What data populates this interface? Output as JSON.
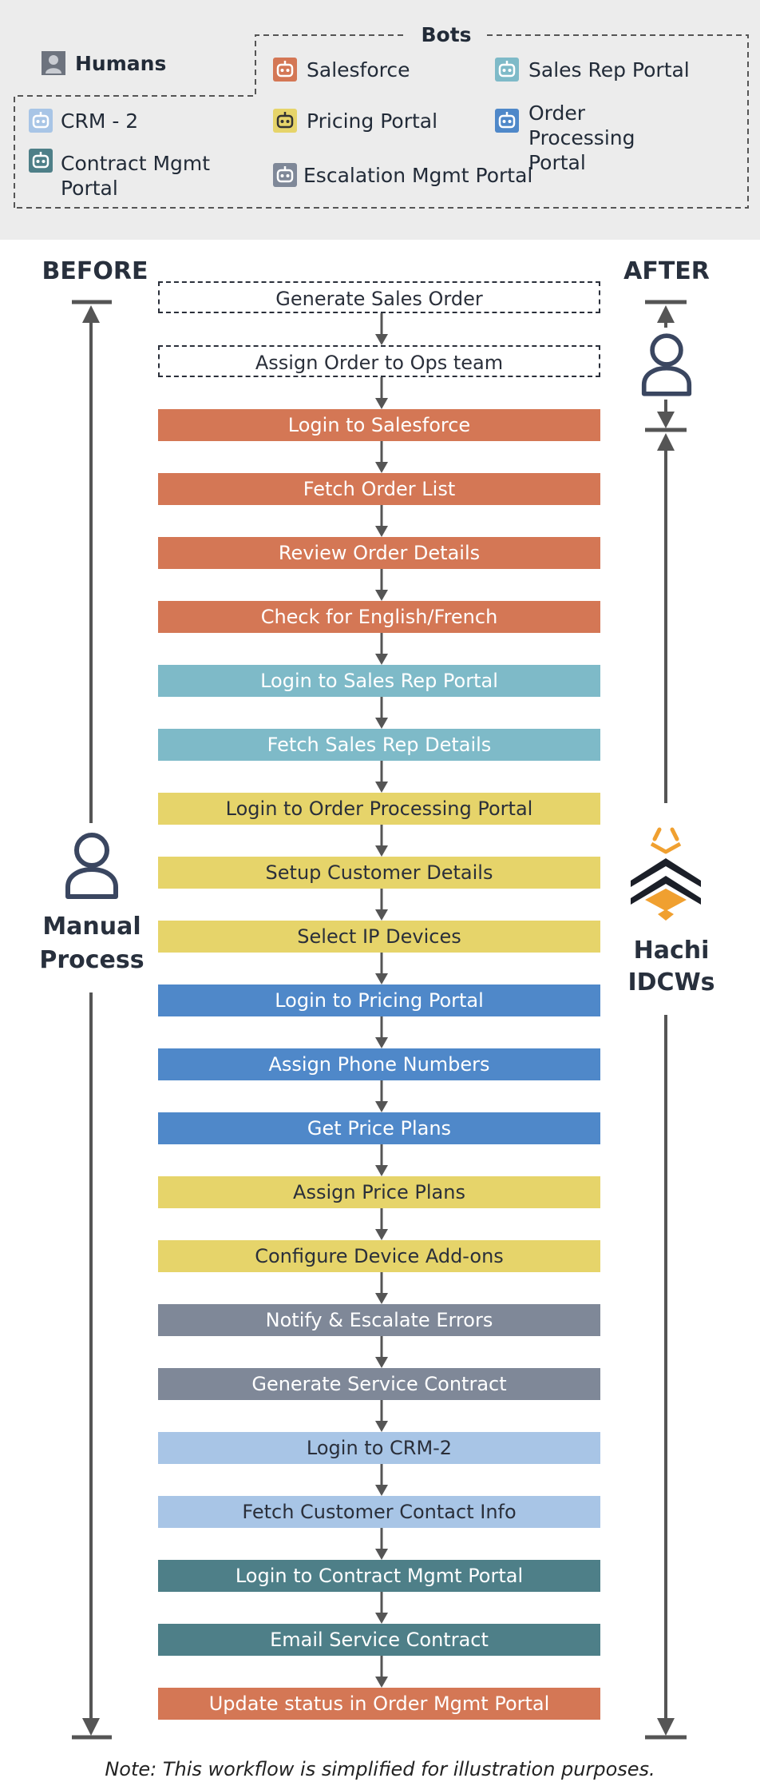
{
  "legend": {
    "humans_label": "Humans",
    "bots_label": "Bots",
    "bots": [
      {
        "label": "Salesforce",
        "color": "#d47755"
      },
      {
        "label": "Sales Rep Portal",
        "color": "#7ebac8"
      },
      {
        "label": "CRM - 2",
        "color": "#a8c5e6"
      },
      {
        "label": "Pricing Portal",
        "color": "#e6d46a"
      },
      {
        "label": "Order Processing Portal",
        "color": "#4f88c9"
      },
      {
        "label": "Contract Mgmt Portal",
        "color": "#4e7f88"
      },
      {
        "label": "Escalation Mgmt Portal",
        "color": "#7f8898"
      }
    ]
  },
  "before_label": "BEFORE",
  "after_label": "AFTER",
  "manual_label_1": "Manual",
  "manual_label_2": "Process",
  "hachi_label_1": "Hachi",
  "hachi_label_2": "IDCWs",
  "steps": [
    {
      "label": "Generate Sales Order",
      "color": "#ffffff",
      "dashed": true
    },
    {
      "label": "Assign Order to Ops team",
      "color": "#ffffff",
      "dashed": true
    },
    {
      "label": "Login to Salesforce",
      "color": "#d47755"
    },
    {
      "label": "Fetch Order List",
      "color": "#d47755"
    },
    {
      "label": "Review Order Details",
      "color": "#d47755"
    },
    {
      "label": "Check for English/French",
      "color": "#d47755"
    },
    {
      "label": "Login to Sales Rep Portal",
      "color": "#7ebac8"
    },
    {
      "label": "Fetch Sales Rep Details",
      "color": "#7ebac8"
    },
    {
      "label": "Login to Order Processing Portal",
      "color": "#e6d46a"
    },
    {
      "label": "Setup Customer Details",
      "color": "#e6d46a"
    },
    {
      "label": "Select IP Devices",
      "color": "#e6d46a"
    },
    {
      "label": "Login to Pricing Portal",
      "color": "#4f88c9"
    },
    {
      "label": "Assign Phone Numbers",
      "color": "#4f88c9"
    },
    {
      "label": "Get Price Plans",
      "color": "#4f88c9"
    },
    {
      "label": "Assign Price Plans",
      "color": "#e6d46a"
    },
    {
      "label": "Configure Device Add-ons",
      "color": "#e6d46a"
    },
    {
      "label": "Notify & Escalate Errors",
      "color": "#7f8898"
    },
    {
      "label": "Generate Service Contract",
      "color": "#7f8898"
    },
    {
      "label": "Login to CRM-2",
      "color": "#a8c5e6"
    },
    {
      "label": "Fetch Customer Contact Info",
      "color": "#a8c5e6"
    },
    {
      "label": "Login to Contract Mgmt Portal",
      "color": "#4e7f88"
    },
    {
      "label": "Email Service Contract",
      "color": "#4e7f88"
    },
    {
      "label": "Update status in Order Mgmt Portal",
      "color": "#d47755"
    }
  ],
  "note": "Note: This workflow is simplified for illustration purposes."
}
